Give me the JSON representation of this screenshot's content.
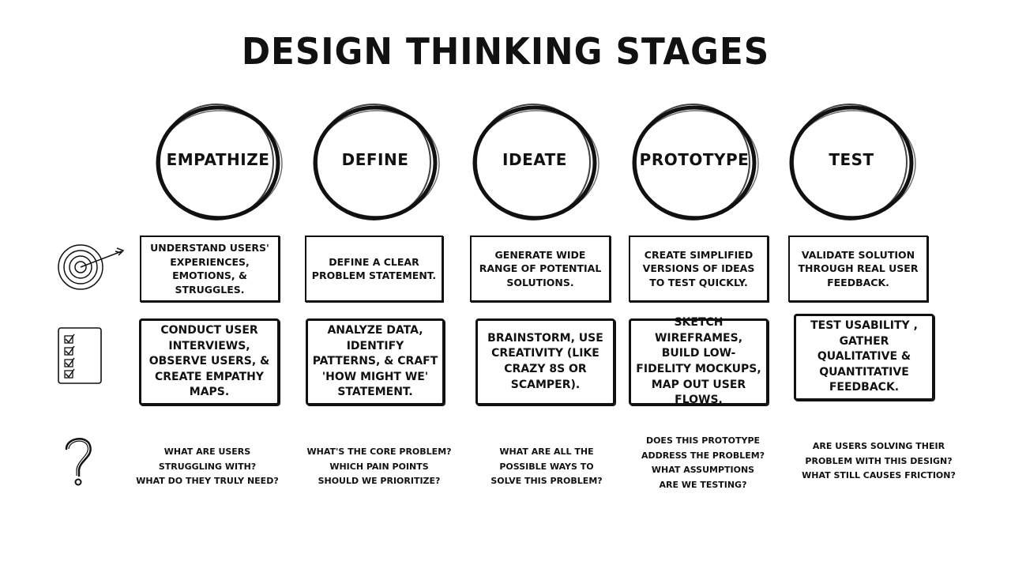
{
  "title": "DESIGN THINKING STAGES",
  "stages": [
    {
      "name": "EMPATHIZE",
      "goal": "UNDERSTAND USERS' EXPERIENCES, EMOTIONS, & STRUGGLES.",
      "methods": "CONDUCT USER INTERVIEWS, OBSERVE USERS, & CREATE EMPATHY MAPS.",
      "questions": [
        "WHAT ARE USERS",
        "STRUGGLING WITH?",
        "WHAT DO THEY TRULY NEED?"
      ]
    },
    {
      "name": "DEFINE",
      "goal": "DEFINE A CLEAR PROBLEM STATEMENT.",
      "methods": "ANALYZE DATA, IDENTIFY PATTERNS, & CRAFT 'HOW MIGHT WE' STATEMENT.",
      "questions": [
        "WHAT'S THE CORE PROBLEM?",
        "WHICH PAIN POINTS",
        "SHOULD WE PRIORITIZE?"
      ]
    },
    {
      "name": "IDEATE",
      "goal": "GENERATE WIDE RANGE OF POTENTIAL SOLUTIONS.",
      "methods": "BRAINSTORM, USE CREATIVITY (LIKE CRAZY 8S OR SCAMPER).",
      "questions": [
        "WHAT ARE ALL THE",
        "POSSIBLE WAYS TO",
        "SOLVE THIS PROBLEM?"
      ]
    },
    {
      "name": "PROTOTYPE",
      "goal": "CREATE SIMPLIFIED VERSIONS OF IDEAS TO TEST QUICKLY.",
      "methods": "SKETCH WIREFRAMES, BUILD LOW-FIDELITY MOCKUPS, MAP OUT USER FLOWS.",
      "questions": [
        "DOES THIS PROTOTYPE",
        "ADDRESS THE PROBLEM?",
        "WHAT ASSUMPTIONS",
        "ARE WE TESTING?"
      ]
    },
    {
      "name": "TEST",
      "goal": "VALIDATE SOLUTION THROUGH REAL USER FEEDBACK.",
      "methods": "TEST USABILITY , GATHER QUALITATIVE & QUANTITATIVE FEEDBACK.",
      "questions": [
        "ARE USERS SOLVING THEIR",
        "PROBLEM WITH THIS DESIGN?",
        "WHAT STILL CAUSES FRICTION?"
      ]
    }
  ],
  "row_icons": [
    "target-icon",
    "checklist-icon",
    "question-mark-icon"
  ]
}
